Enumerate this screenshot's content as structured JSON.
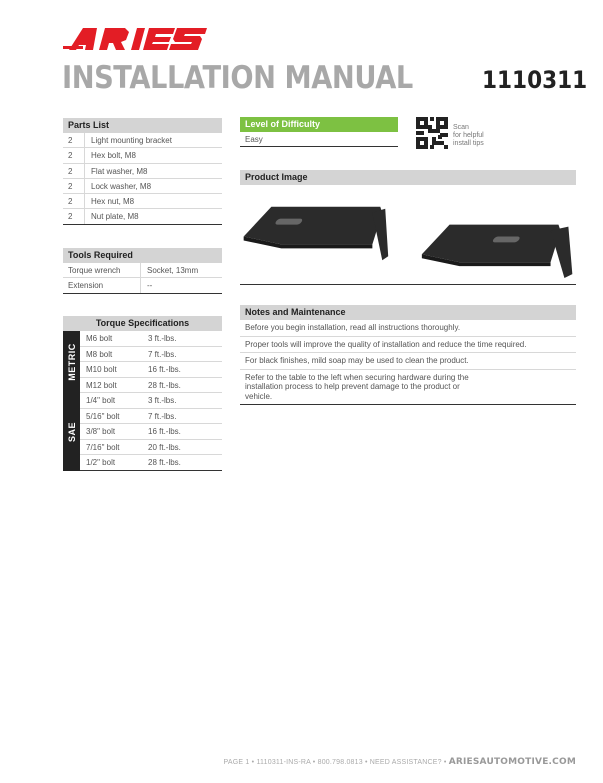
{
  "header": {
    "brand": "ARIES",
    "title": "INSTALLATION MANUAL",
    "part_number": "1110311"
  },
  "parts_list": {
    "title": "Parts List",
    "items": [
      {
        "qty": "2",
        "name": "Light mounting bracket"
      },
      {
        "qty": "2",
        "name": "Hex bolt, M8"
      },
      {
        "qty": "2",
        "name": "Flat washer, M8"
      },
      {
        "qty": "2",
        "name": "Lock washer, M8"
      },
      {
        "qty": "2",
        "name": "Hex nut, M8"
      },
      {
        "qty": "2",
        "name": "Nut plate, M8"
      }
    ]
  },
  "tools": {
    "title": "Tools Required",
    "rows": [
      [
        "Torque wrench",
        "Socket, 13mm"
      ],
      [
        "Extension",
        "--"
      ]
    ]
  },
  "torque": {
    "title": "Torque Specifications",
    "metric": {
      "label": "METRIC",
      "rows": [
        [
          "M6 bolt",
          "3 ft.-lbs."
        ],
        [
          "M8 bolt",
          "7 ft.-lbs."
        ],
        [
          "M10 bolt",
          "16 ft.-lbs."
        ],
        [
          "M12 bolt",
          "28 ft.-lbs."
        ]
      ]
    },
    "sae": {
      "label": "SAE",
      "rows": [
        [
          "1/4\" bolt",
          "3 ft.-lbs."
        ],
        [
          "5/16\" bolt",
          "7 ft.-lbs."
        ],
        [
          "3/8\" bolt",
          "16 ft.-lbs."
        ],
        [
          "7/16\" bolt",
          "20 ft.-lbs."
        ],
        [
          "1/2\" bolt",
          "28 ft.-lbs."
        ]
      ]
    }
  },
  "difficulty": {
    "title": "Level of Difficulty",
    "value": "Easy",
    "color": "#7dc142"
  },
  "qr": {
    "text1": "Scan",
    "text2": "for helpful",
    "text3": "install tips"
  },
  "product_image": {
    "title": "Product Image"
  },
  "notes": {
    "title": "Notes and Maintenance",
    "items": [
      "Before you begin installation, read all instructions thoroughly.",
      "Proper tools will improve the quality of installation and reduce the time required.",
      "For black finishes, mild soap may be used to clean the product.",
      "Refer to the table to the left when securing hardware during the installation process to help prevent damage to the product or vehicle."
    ]
  },
  "footer": {
    "page": "PAGE 1",
    "doc": "1110311-INS-RA",
    "phone": "800.798.0813",
    "assist": "NEED ASSISTANCE?",
    "site": "ARIESAUTOMOTIVE.COM"
  }
}
